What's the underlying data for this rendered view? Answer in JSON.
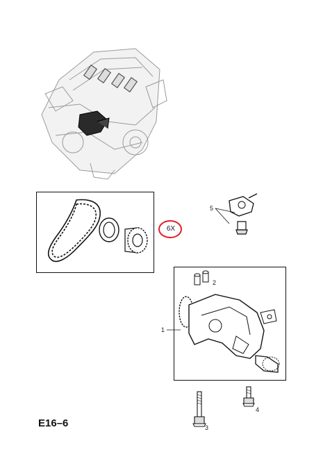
{
  "diagram": {
    "page_code": "E16–6",
    "quantity_label": "6X",
    "callouts": [
      {
        "id": "callout-1",
        "text": "1"
      },
      {
        "id": "callout-2",
        "text": "2"
      },
      {
        "id": "callout-3",
        "text": "3"
      },
      {
        "id": "callout-4",
        "text": "4"
      },
      {
        "id": "callout-5",
        "text": "5"
      }
    ],
    "colors": {
      "outline": "#111111",
      "highlight_circle": "#e0202a",
      "engine_shading": "#bdbdbd",
      "highlighted_part": "#2a2a2a"
    }
  }
}
